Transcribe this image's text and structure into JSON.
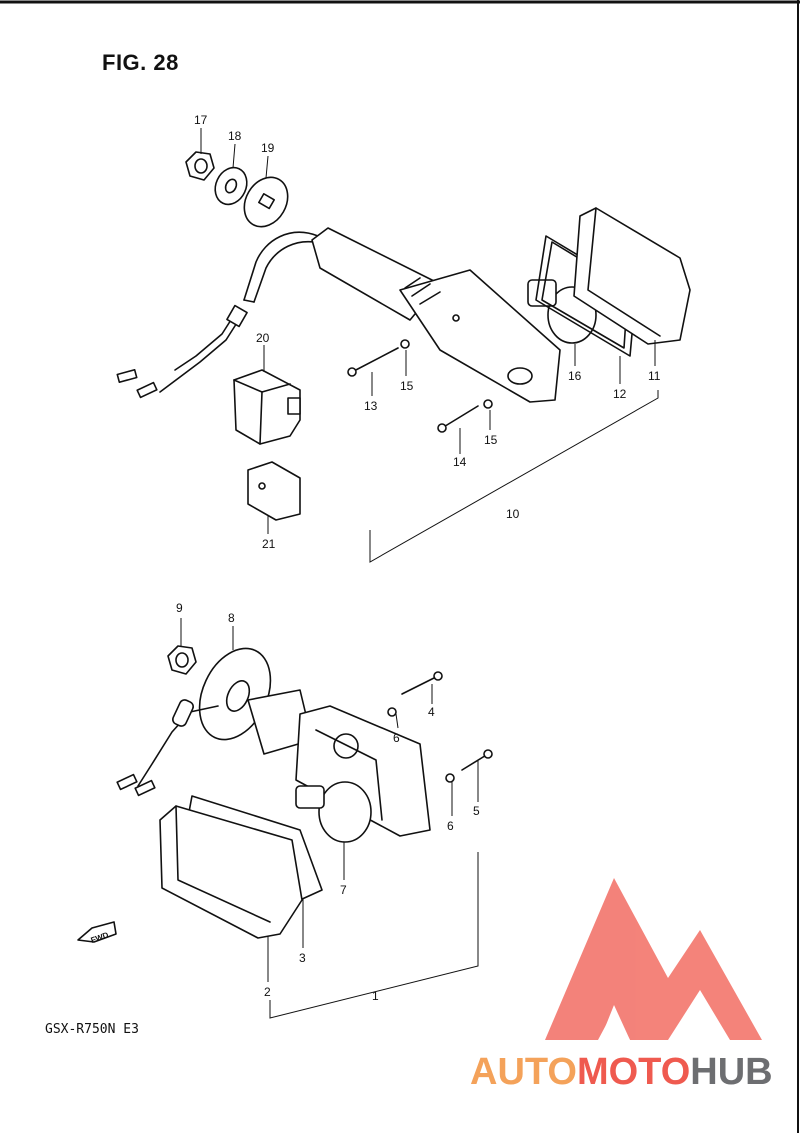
{
  "figure_title": "FIG. 28",
  "model_code": "GSX-R750N E3",
  "fwd_label": "FWD",
  "watermark": {
    "text_auto": "AUTO",
    "text_moto": "MOTO",
    "text_hub": "HUB",
    "colors": {
      "auto": "#f4a25a",
      "moto": "#ef5a4f",
      "hub": "#6d6e71",
      "logo": "#f26d63"
    }
  },
  "callouts": {
    "p1": "1",
    "p2": "2",
    "p3": "3",
    "p4": "4",
    "p5": "5",
    "p6a": "6",
    "p6b": "6",
    "p7": "7",
    "p8": "8",
    "p9": "9",
    "p10": "10",
    "p11": "11",
    "p12": "12",
    "p13": "13",
    "p14": "14",
    "p15a": "15",
    "p15b": "15",
    "p16": "16",
    "p17": "17",
    "p18": "18",
    "p19": "19",
    "p20": "20",
    "p21": "21"
  }
}
